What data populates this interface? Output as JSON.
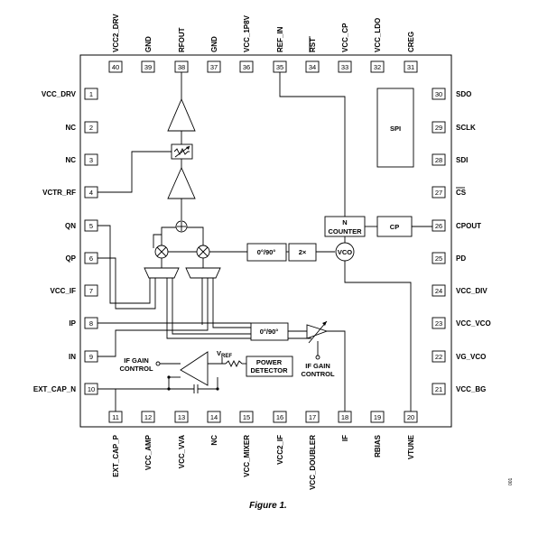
{
  "pins": {
    "left": [
      "VCC_DRV",
      "NC",
      "NC",
      "VCTR_RF",
      "QN",
      "QP",
      "VCC_IF",
      "IP",
      "IN",
      "EXT_CAP_N"
    ],
    "left_nums": [
      "1",
      "2",
      "3",
      "4",
      "5",
      "6",
      "7",
      "8",
      "9",
      "10"
    ],
    "right": [
      "SDO",
      "SCLK",
      "SDI",
      "CS",
      "CPOUT",
      "PD",
      "VCC_DIV",
      "VCC_VCO",
      "VG_VCO",
      "VCC_BG"
    ],
    "right_nums": [
      "30",
      "29",
      "28",
      "27",
      "26",
      "25",
      "24",
      "23",
      "22",
      "21"
    ],
    "top": [
      "VCC2_DRV",
      "GND",
      "RFOUT",
      "GND",
      "VCC_1P8V",
      "REF_IN",
      "RST",
      "VCC_CP",
      "VCC_LDO",
      "CREG"
    ],
    "top_nums": [
      "40",
      "39",
      "38",
      "37",
      "36",
      "35",
      "34",
      "33",
      "32",
      "31"
    ],
    "bottom": [
      "EXT_CAP_P",
      "VCC_AMP",
      "VCC_VVA",
      "NC",
      "VCC_MIXER",
      "VCC2_IF",
      "VCC_DOUBLER",
      "IF",
      "RBIAS",
      "VTUNE"
    ],
    "bottom_nums": [
      "11",
      "12",
      "13",
      "14",
      "15",
      "16",
      "17",
      "18",
      "19",
      "20"
    ]
  },
  "blocks": {
    "spi": "SPI",
    "n_counter_line1": "N",
    "n_counter_line2": "COUNTER",
    "cp": "CP",
    "vco": "VCO",
    "quad_top": "0°/90°",
    "doubler": "2×",
    "quad_bottom": "0°/90°",
    "power_detector_line1": "POWER",
    "power_detector_line2": "DETECTOR",
    "if_gain_left_line1": "IF GAIN",
    "if_gain_left_line2": "CONTROL",
    "if_gain_right_line1": "IF GAIN",
    "if_gain_right_line2": "CONTROL",
    "vref_main": "V",
    "vref_sub": "REF"
  },
  "caption": "Figure 1.",
  "side_code": "001"
}
